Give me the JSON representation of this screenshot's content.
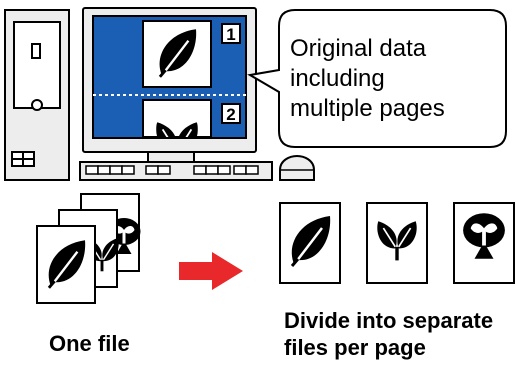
{
  "callout": {
    "lines": [
      "Original data",
      "including",
      "multiple pages"
    ]
  },
  "screen": {
    "page_numbers": [
      "1",
      "2"
    ]
  },
  "captions": {
    "one_file": "One file",
    "divide_lines": [
      "Divide into separate",
      "files per page"
    ]
  },
  "colors": {
    "screen_blue": "#1a5fb4",
    "arrow_red": "#e8282b",
    "device_gray": "#ededed",
    "outline": "#000000"
  },
  "icons": {
    "source_pages": [
      "leaf-icon",
      "two-leaves-icon",
      "sprout-icon"
    ],
    "split_pages": [
      "leaf-icon",
      "two-leaves-icon",
      "sprout-icon"
    ]
  }
}
